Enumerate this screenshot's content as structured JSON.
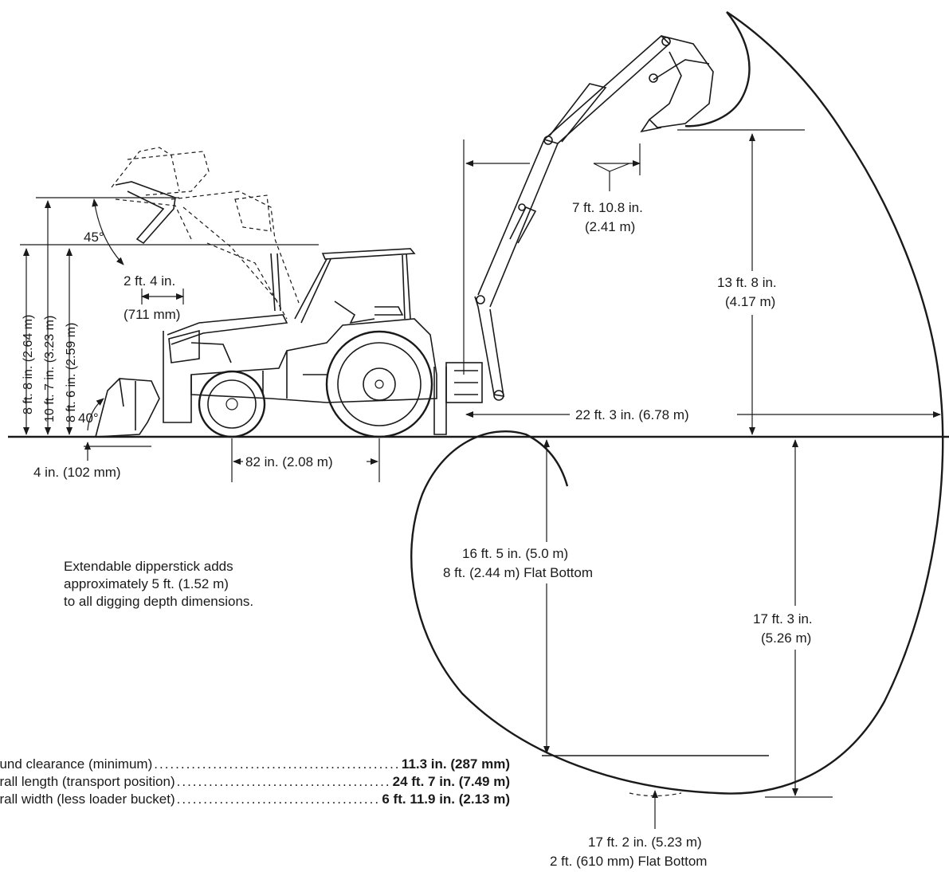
{
  "dimensions": {
    "dump_height": "8 ft. 8 in. (2.64 m)",
    "pin_height": "10 ft. 7 in. (3.23 m)",
    "bucket_height": "8 ft. 6 in. (2.59 m)",
    "dump_angle": "45°",
    "reach_ft": "2 ft. 4 in.",
    "reach_mm": "(711 mm)",
    "rollback_angle": "40°",
    "dig_below": "4 in. (102 mm)",
    "wheelbase": "82 in. (2.08 m)",
    "loading_reach_ft": "7 ft. 10.8 in.",
    "loading_reach_m": "(2.41 m)",
    "loading_height_ft": "13 ft. 8 in.",
    "loading_height_m": "(4.17 m)",
    "reach_from_pivot": "22 ft. 3 in. (6.78 m)",
    "dig_depth_a_1": "16 ft. 5 in. (5.0 m)",
    "dig_depth_a_2": "8 ft. (2.44 m) Flat Bottom",
    "dig_depth_max_ft": "17 ft. 3 in.",
    "dig_depth_max_m": "(5.26 m)",
    "dig_depth_b_1": "17 ft. 2 in. (5.23 m)",
    "dig_depth_b_2": "2 ft. (610 mm) Flat Bottom"
  },
  "note": {
    "line1": "Extendable dipperstick adds",
    "line2": "approximately 5 ft. (1.52 m)",
    "line3": "to all digging depth dimensions."
  },
  "specs": [
    {
      "label": "ound clearance (minimum)",
      "value": "11.3 in. (287 mm)"
    },
    {
      "label": "erall length (transport position)",
      "value": "24 ft. 7 in. (7.49 m)"
    },
    {
      "label": "erall width (less loader bucket)",
      "value": "6 ft. 11.9 in. (2.13 m)"
    }
  ]
}
